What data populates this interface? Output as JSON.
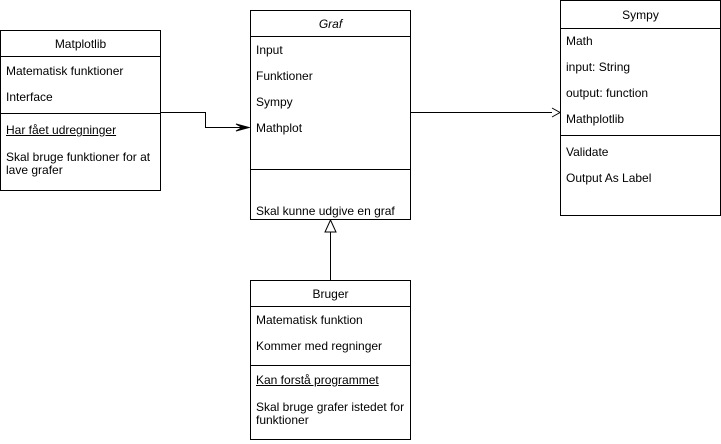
{
  "classes": {
    "matplotlib": {
      "name": "Matplotlib",
      "attributes": [
        "Matematisk funktioner",
        "Interface"
      ],
      "methods": [
        "Har fået udregninger",
        "Skal bruge funktioner for at lave grafer"
      ]
    },
    "graf": {
      "name": "Graf",
      "attributes": [
        "Input",
        "Funktioner",
        "Sympy",
        "Mathplot"
      ],
      "methods": [
        "Skal kunne udgive en graf"
      ]
    },
    "sympy": {
      "name": "Sympy",
      "attributes": [
        "Math",
        "input: String",
        "output: function",
        "Mathplotlib"
      ],
      "methods": [
        "Validate",
        "Output As Label"
      ]
    },
    "bruger": {
      "name": "Bruger",
      "attributes": [
        "Matematisk funktion",
        "Kommer med regninger"
      ],
      "methods": [
        "Kan forstå programmet",
        "Skal bruge grafer istedet for funktioner"
      ]
    }
  },
  "relations": [
    {
      "from": "Matplotlib",
      "to": "Graf",
      "type": "association"
    },
    {
      "from": "Graf",
      "to": "Sympy",
      "type": "association"
    },
    {
      "from": "Bruger",
      "to": "Graf",
      "type": "generalization"
    }
  ]
}
